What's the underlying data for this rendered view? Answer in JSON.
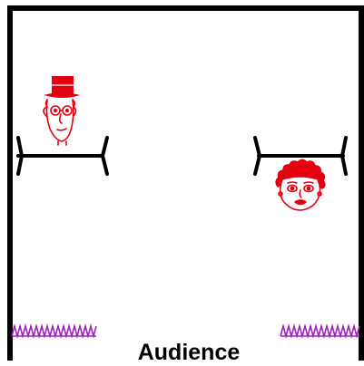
{
  "audience_label": "Audience",
  "characters": [
    {
      "name": "man-with-top-hat-glasses",
      "side": "left"
    },
    {
      "name": "woman-with-curly-hair",
      "side": "right"
    }
  ],
  "colors": {
    "stage_border": "#000000",
    "character": "#e3000f",
    "curtain": "#a020c0",
    "text": "#000000"
  }
}
